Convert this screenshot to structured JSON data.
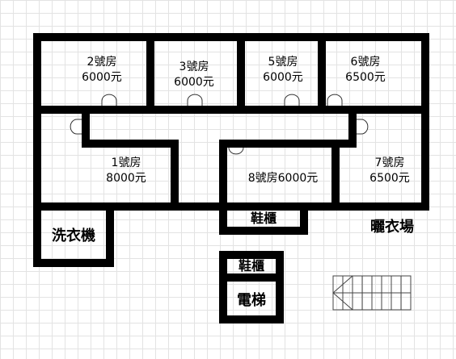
{
  "rooms": {
    "room2": {
      "name": "2號房",
      "price": "6000元"
    },
    "room3": {
      "name": "3號房",
      "price": "6000元"
    },
    "room5": {
      "name": "5號房",
      "price": "6000元"
    },
    "room6": {
      "name": "6號房",
      "price": "6500元"
    },
    "room1": {
      "name": "1號房",
      "price": "8000元"
    },
    "room7": {
      "name": "7號房",
      "price": "6500元"
    },
    "room8": {
      "label": "8號房6000元"
    }
  },
  "facilities": {
    "shoe_cabinet_1": "鞋櫃",
    "shoe_cabinet_2": "鞋櫃",
    "washing_machine": "洗衣機",
    "elevator": "電梯",
    "drying_area": "曬衣場"
  },
  "colors": {
    "wall": "#000000",
    "grid": "#e3e3e3",
    "background": "#ffffff"
  },
  "icons": {
    "door": "door-swing-icon",
    "stairs": "staircase-icon"
  }
}
